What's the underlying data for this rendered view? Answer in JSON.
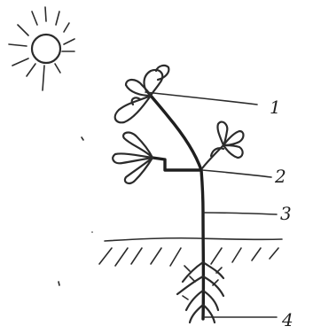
{
  "labels": {
    "l1": "1",
    "l2": "2",
    "l3": "3",
    "l4": "4"
  },
  "colors": {
    "ink": "#2b2b2b",
    "background": "#ffffff"
  }
}
